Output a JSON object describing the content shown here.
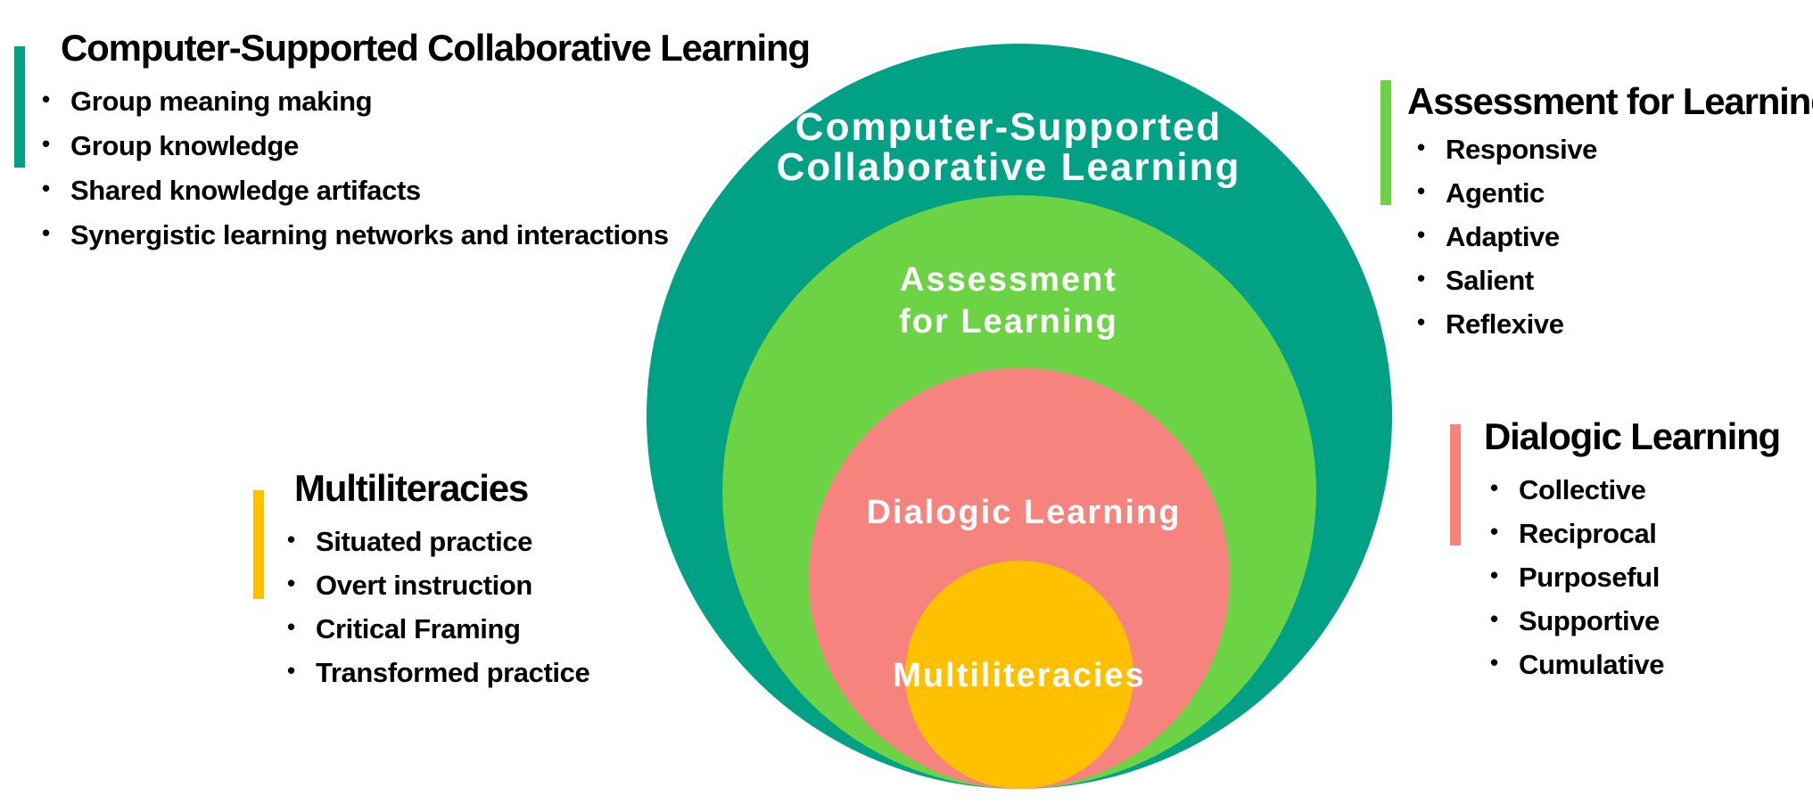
{
  "colors": {
    "cscl": "#00A184",
    "afl": "#6CD444",
    "dialogic": "#F7837F",
    "multiliteracies": "#FFC000",
    "bullet": "#000000"
  },
  "circles": {
    "cscl": {
      "label_line1": "Computer-Supported",
      "label_line2": "Collaborative Learning"
    },
    "afl": {
      "label_line1": "Assessment",
      "label_line2": "for Learning"
    },
    "dialogic": {
      "label": "Dialogic Learning"
    },
    "multiliteracies": {
      "label": "Multiliteracies"
    }
  },
  "panels": {
    "cscl": {
      "title": "Computer-Supported Collaborative Learning",
      "items": [
        "Group meaning making",
        "Group knowledge",
        "Shared knowledge artifacts",
        "Synergistic learning networks and interactions"
      ]
    },
    "afl": {
      "title": "Assessment for Learning",
      "items": [
        "Responsive",
        "Agentic",
        "Adaptive",
        "Salient",
        "Reflexive"
      ]
    },
    "dialogic": {
      "title": "Dialogic Learning",
      "items": [
        "Collective",
        "Reciprocal",
        "Purposeful",
        "Supportive",
        "Cumulative"
      ]
    },
    "multiliteracies": {
      "title": "Multiliteracies",
      "items": [
        "Situated practice",
        "Overt instruction",
        "Critical Framing",
        "Transformed practice"
      ]
    }
  }
}
